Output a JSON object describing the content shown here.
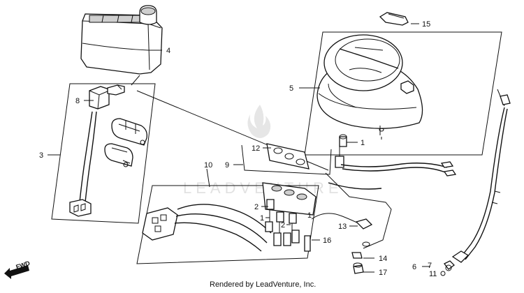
{
  "diagram": {
    "callouts": [
      {
        "id": "c1a",
        "text": "1"
      },
      {
        "id": "c1b",
        "text": "1"
      },
      {
        "id": "c1c",
        "text": "1"
      },
      {
        "id": "c2a",
        "text": "2"
      },
      {
        "id": "c2b",
        "text": "2"
      },
      {
        "id": "c3",
        "text": "3"
      },
      {
        "id": "c4",
        "text": "4"
      },
      {
        "id": "c5",
        "text": "5"
      },
      {
        "id": "c6",
        "text": "6"
      },
      {
        "id": "c7",
        "text": "7"
      },
      {
        "id": "c8",
        "text": "8"
      },
      {
        "id": "c9",
        "text": "9"
      },
      {
        "id": "c10",
        "text": "10"
      },
      {
        "id": "c11",
        "text": "11"
      },
      {
        "id": "c12",
        "text": "12"
      },
      {
        "id": "c13",
        "text": "13"
      },
      {
        "id": "c14",
        "text": "14"
      },
      {
        "id": "c15",
        "text": "15"
      },
      {
        "id": "c16",
        "text": "16"
      },
      {
        "id": "c17",
        "text": "17"
      }
    ],
    "direction_label": "FWD",
    "watermark": "LEADVENTURE",
    "credit": "Rendered by LeadVenture, Inc."
  }
}
